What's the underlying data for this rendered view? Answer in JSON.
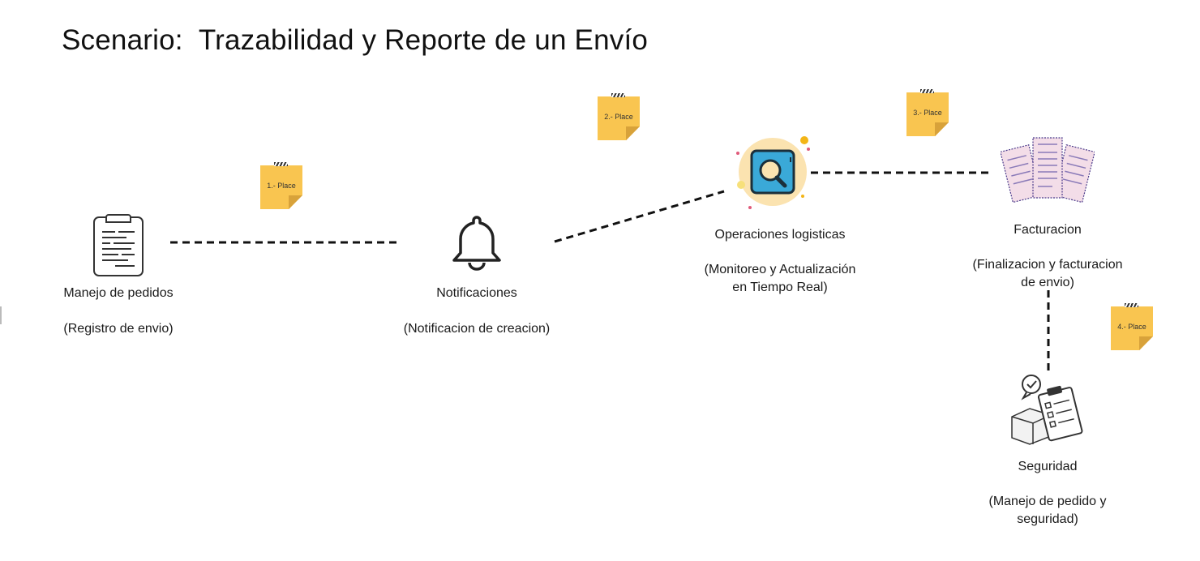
{
  "title": "Scenario:  Trazabilidad y Reporte de un Envío",
  "nodes": [
    {
      "name": "Manejo de pedidos",
      "detail": "(Registro de envio)",
      "icon": "clipboard-doc-icon"
    },
    {
      "name": "Notificaciones",
      "detail": "(Notificacion de creacion)",
      "icon": "bell-icon"
    },
    {
      "name": "Operaciones logisticas",
      "detail_line1": "(Monitoreo y Actualización",
      "detail_line2": "en Tiempo Real)",
      "icon": "magnifier-screen-icon"
    },
    {
      "name": "Facturacion",
      "detail_line1": "(Finalizacion y facturacion",
      "detail_line2": "de envio)",
      "icon": "invoices-icon"
    },
    {
      "name": "Seguridad",
      "detail_line1": "(Manejo de pedido y",
      "detail_line2": "seguridad)",
      "icon": "checklist-box-icon"
    }
  ],
  "stickies": [
    "1.- Place",
    "2.- Place",
    "3.- Place",
    "4.- Place"
  ],
  "colors": {
    "sticky": "#f9c550",
    "line": "#111111",
    "accent_blue": "#3aa9d8",
    "accent_circle": "#fbe3b0"
  }
}
